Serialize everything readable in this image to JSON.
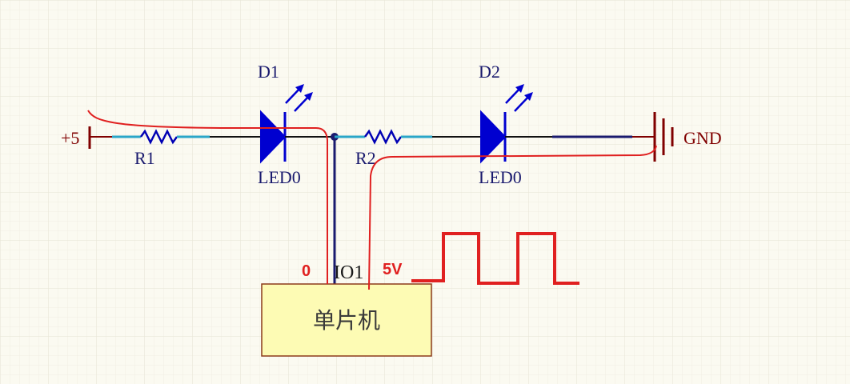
{
  "schematic": {
    "supply_label": "+5",
    "ground_label": "GND",
    "r1_label": "R1",
    "r2_label": "R2",
    "d1_designator": "D1",
    "d1_value": "LED0",
    "d2_designator": "D2",
    "d2_value": "LED0",
    "io_label": "IO1",
    "mcu_label": "单片机"
  },
  "annotations": {
    "low_level": "0",
    "high_level": "5V"
  },
  "colors": {
    "background": "#fbfaf1",
    "grid": "#ece9dc",
    "wire": "#1a1a6e",
    "wire_black": "#111111",
    "resistor": "#0000b4",
    "resistor_leads": "#2aa6c8",
    "led": "#0000d0",
    "power": "#800000",
    "annotation": "#e02020",
    "mcu_fill": "#fdfbb4",
    "mcu_border": "#8b3a1a"
  }
}
